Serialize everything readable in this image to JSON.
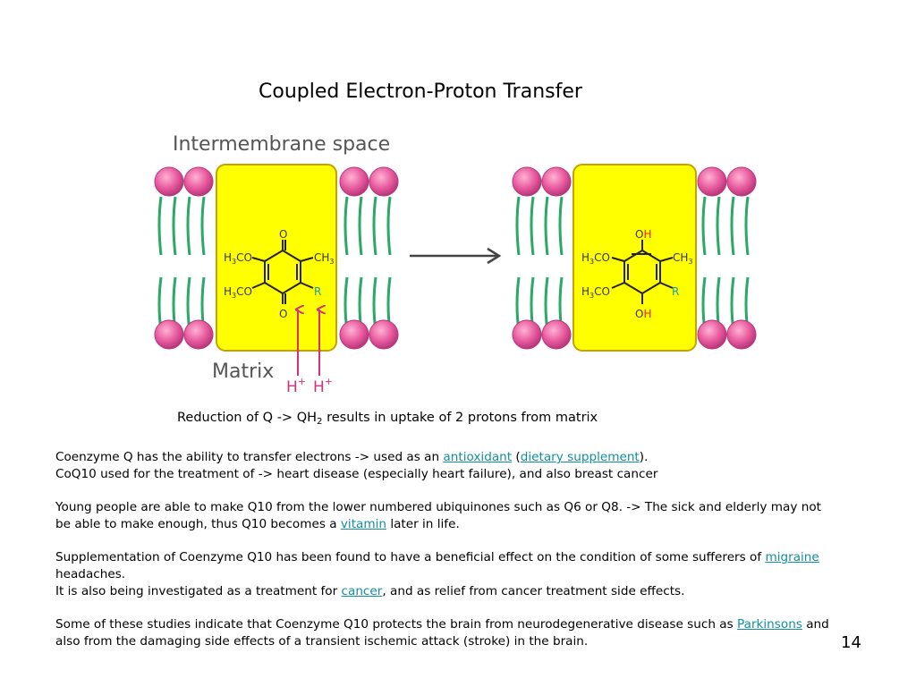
{
  "slide": {
    "title": "Coupled Electron-Proton Transfer",
    "page_number": "14"
  },
  "diagram": {
    "label_top": "Intermembrane space",
    "label_bottom": "Matrix",
    "proton": "H",
    "proton_charge": "+",
    "colors": {
      "lipid_head": "#e85a9e",
      "lipid_tail": "#2aa864",
      "box_fill": "#ffff00",
      "box_stroke": "#c8a000",
      "arrow_proton": "#d6307a",
      "r_group": "#16a0b8",
      "oh_hydrogen": "#e8202a"
    },
    "quinone": {
      "top_substituent": "O",
      "bottom_substituent": "O",
      "left_top_base": "H",
      "left_top_sub": "3",
      "left_top_tail": "CO",
      "left_bot_base": "H",
      "left_bot_sub": "3",
      "left_bot_tail": "CO",
      "right_top_base": "CH",
      "right_top_sub": "3",
      "right_bot": "R"
    },
    "quinol": {
      "top_o": "O",
      "top_h": "H",
      "bottom_o": "O",
      "bottom_h": "H",
      "left_top_base": "H",
      "left_top_sub": "3",
      "left_top_tail": "CO",
      "left_bot_base": "H",
      "left_bot_sub": "3",
      "left_bot_tail": "CO",
      "right_top_base": "CH",
      "right_top_sub": "3",
      "right_bot": "R"
    }
  },
  "caption": {
    "before": "Reduction of Q -> QH",
    "sub": "2",
    "after": " results in uptake of 2 protons from matrix"
  },
  "paragraphs": {
    "p1": {
      "a": "Coenzyme Q has the ability to transfer electrons -> used as an ",
      "link1": "antioxidant",
      "b": " (",
      "link2": "dietary supplement",
      "c": ").",
      "line2": "CoQ10 used for the treatment of -> heart disease (especially heart failure), and also breast cancer"
    },
    "p2": {
      "a": "Young people are able to make Q10 from the lower numbered ubiquinones such as Q6 or Q8. -> The sick and elderly may not be able to make enough, thus Q10 becomes a ",
      "link": "vitamin",
      "b": " later in life."
    },
    "p3": {
      "a": "Supplementation of Coenzyme Q10 has been found to have a beneficial effect on the condition of some sufferers of ",
      "link": "migraine",
      "b": " headaches.",
      "line2a": "It is also being investigated as a treatment for ",
      "link2": "cancer",
      "line2b": ", and as relief from cancer treatment side effects."
    },
    "p4": {
      "a": "Some of these studies indicate that Coenzyme Q10 protects the brain from neurodegenerative disease such as ",
      "link": "Parkinsons",
      "b": " and also from the damaging side effects of a transient ischemic attack (stroke) in the brain."
    }
  }
}
